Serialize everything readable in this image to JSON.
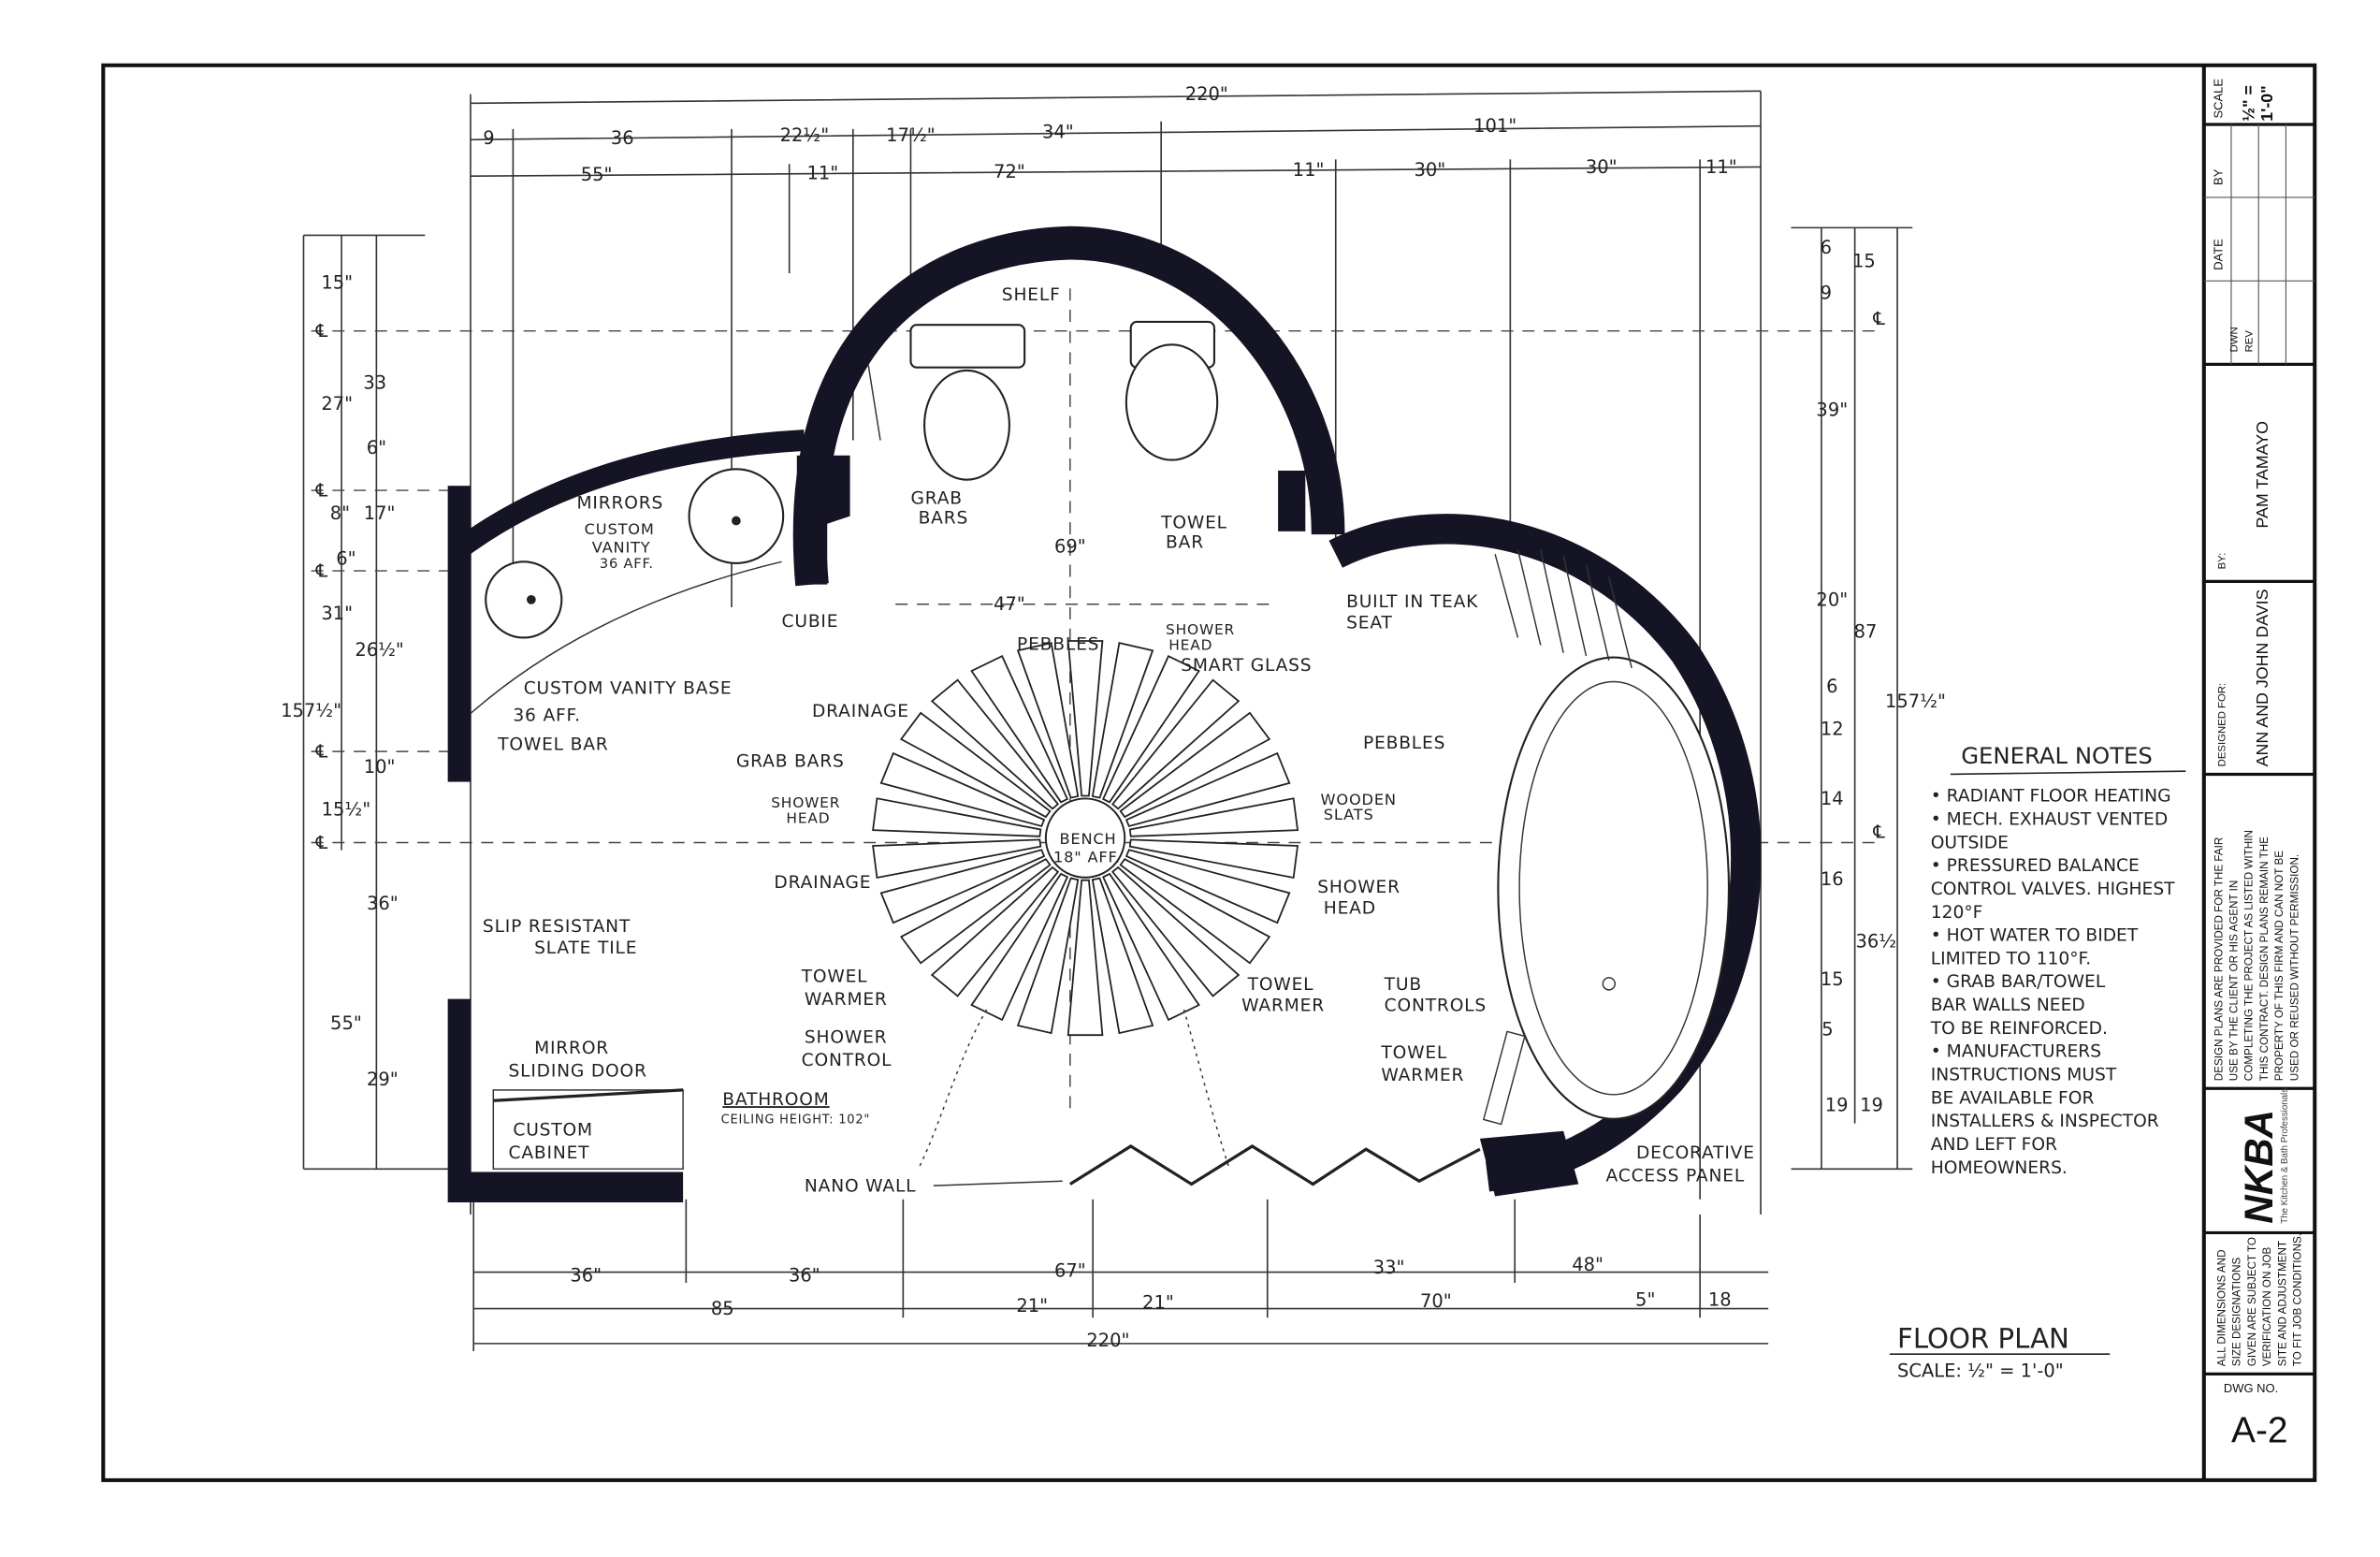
{
  "drawing": {
    "title": "FLOOR PLAN",
    "scale_label": "SCALE: ½\" = 1'-0\"",
    "room_name": "BATHROOM",
    "ceiling_height": "CEILING HEIGHT: 102\""
  },
  "dimensions": {
    "top": {
      "overall": "220\"",
      "row2": [
        "9",
        "36",
        "22½\"",
        "17½\"",
        "34\"",
        "101\""
      ],
      "row3": [
        "55\"",
        "11\"",
        "72\"",
        "11\"",
        "30\"",
        "30\"",
        "11\""
      ]
    },
    "left": [
      "15\"",
      "33",
      "27\"",
      "6\"",
      "8\"",
      "17\"",
      "6\"",
      "31\"",
      "26½\"",
      "157½\"",
      "10\"",
      "15½\"",
      "36\"",
      "55\"",
      "29\""
    ],
    "right": [
      "6",
      "15",
      "9",
      "39\"",
      "20\"",
      "87",
      "157½\"",
      "6",
      "12",
      "14",
      "16",
      "36½",
      "15",
      "5",
      "19",
      "19"
    ],
    "bottom": {
      "row1": [
        "36\"",
        "36\"",
        "67\"",
        "33\"",
        "48\""
      ],
      "row2": [
        "85",
        "21\"",
        "21\"",
        "70\"",
        "5\"",
        "18"
      ],
      "overall": "220\""
    },
    "centerline_symbol": "℄",
    "interior": [
      "69\"",
      "47\""
    ]
  },
  "labels": {
    "shelf": "SHELF",
    "grab_bars_top": [
      "GRAB",
      "BARS"
    ],
    "mirrors": "MIRRORS",
    "custom_vanity": [
      "CUSTOM",
      "VANITY",
      "36 AFF."
    ],
    "cubie": "CUBIE",
    "towel_bar_top": [
      "TOWEL",
      "BAR"
    ],
    "pebbles_shower": "PEBBLES",
    "shower_head_top": [
      "SHOWER",
      "HEAD"
    ],
    "smart_glass": "SMART GLASS",
    "built_in_teak_seat": [
      "BUILT IN TEAK",
      "SEAT"
    ],
    "custom_vanity_base": [
      "CUSTOM VANITY BASE",
      "36 AFF."
    ],
    "towel_bar_left": "TOWEL BAR",
    "drainage_top": "DRAINAGE",
    "grab_bars_mid": "GRAB BARS",
    "shower_head_left": [
      "SHOWER",
      "HEAD"
    ],
    "bench": [
      "BENCH",
      "18\" AFF."
    ],
    "wooden_slats": [
      "WOODEN",
      "SLATS"
    ],
    "drainage_bottom": "DRAINAGE",
    "shower_head_right": [
      "SHOWER",
      "HEAD"
    ],
    "pebbles_tub": "PEBBLES",
    "slip_resistant": [
      "SLIP RESISTANT",
      "SLATE TILE"
    ],
    "towel_warmer_left": [
      "TOWEL",
      "WARMER"
    ],
    "shower_control": [
      "SHOWER",
      "CONTROL"
    ],
    "towel_warmer_mid": [
      "TOWEL",
      "WARMER"
    ],
    "tub_controls": [
      "TUB",
      "CONTROLS"
    ],
    "towel_warmer_right": [
      "TOWEL",
      "WARMER"
    ],
    "mirror_sliding_door": [
      "MIRROR",
      "SLIDING DOOR"
    ],
    "custom_cabinet": [
      "CUSTOM",
      "CABINET"
    ],
    "nano_wall": "NANO WALL",
    "decorative_access_panel": [
      "DECORATIVE",
      "ACCESS PANEL"
    ]
  },
  "general_notes": {
    "title": "GENERAL NOTES",
    "lines": [
      "• RADIANT FLOOR HEATING",
      "• MECH. EXHAUST VENTED",
      "  OUTSIDE",
      "• PRESSURED BALANCE",
      "  CONTROL VALVES. HIGHEST",
      "  120°F",
      "• HOT WATER TO BIDET",
      "  LIMITED TO 110°F.",
      "• GRAB BAR/TOWEL",
      "  BAR WALLS NEED",
      "  TO BE REINFORCED.",
      "• MANUFACTURERS",
      "  INSTRUCTIONS   MUST",
      "  BE AVAILABLE FOR",
      "  INSTALLERS & INSPECTOR",
      "  AND LEFT FOR",
      "  HOMEOWNERS."
    ]
  },
  "title_block": {
    "scale_label": "SCALE",
    "scale_value": [
      "½\" =",
      "1'-0\""
    ],
    "rev_headers": [
      "DATE",
      "BY"
    ],
    "dwn": "DWN",
    "rev": "REV",
    "by_label": "BY:",
    "designer": "PAM TAMAYO",
    "designed_for_label": "DESIGNED FOR:",
    "client": "ANN AND JOHN DAVIS",
    "disclaimer": [
      "DESIGN PLANS ARE PROVIDED FOR THE FAIR",
      "USE BY THE CLIENT OR HIS AGENT IN",
      "COMPLETING THE PROJECT AS LISTED WITHIN",
      "THIS CONTRACT. DESIGN PLANS REMAIN THE",
      "PROPERTY OF THIS FIRM AND CAN NOT BE",
      "USED OR REUSED WITHOUT PERMISSION."
    ],
    "logo": "NKBA",
    "logo_tagline": "The Kitchen & Bath Professionals",
    "dimensions_note": [
      "ALL DIMENSIONS AND",
      "SIZE DESIGNATIONS",
      "GIVEN ARE SUBJECT TO",
      "VERIFICATION ON JOB",
      "SITE AND ADJUSTMENT",
      "TO FIT JOB CONDITIONS."
    ],
    "dwg_no_label": "DWG NO.",
    "dwg_no": "A-2"
  }
}
